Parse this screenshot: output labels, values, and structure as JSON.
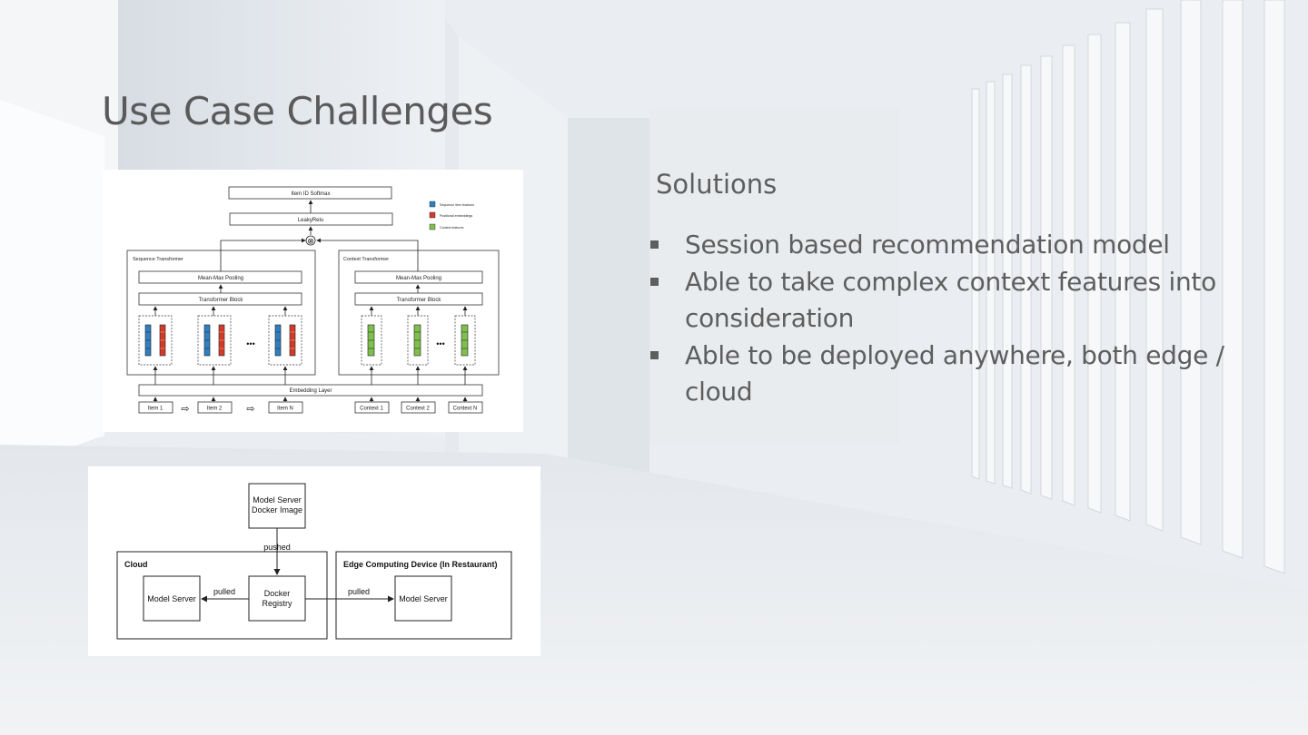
{
  "slide": {
    "title": "Use Case Challenges"
  },
  "solutions": {
    "heading": "Solutions",
    "items": [
      "Session based recommendation model",
      "Able to take complex context features into consideration",
      "Able to be deployed anywhere, both edge / cloud"
    ]
  },
  "architecture_diagram": {
    "top_box_1": "Item ID Softmax",
    "top_box_2": "LeakyRelu",
    "legend": [
      "Sequence item features",
      "Positional embeddings",
      "Context features"
    ],
    "legend_colors": [
      "#2f7fc1",
      "#d23a2e",
      "#7fbf4d"
    ],
    "sequence_group": {
      "title": "Sequence Transformer",
      "pooling": "Mean-Max Pooling",
      "block": "Transformer Block",
      "ellipsis": "•••"
    },
    "context_group": {
      "title": "Context Transformer",
      "pooling": "Mean-Max Pooling",
      "block": "Transformer Block",
      "ellipsis": "•••"
    },
    "embedding": "Embedding Layer",
    "items": [
      "Item 1",
      "Item 2",
      "Item N"
    ],
    "contexts": [
      "Context 1",
      "Context 2",
      "Context N"
    ],
    "arrow_glyph": "⇨",
    "combine_glyph": "⊗"
  },
  "deployment_diagram": {
    "docker_image": [
      "Model Server",
      "Docker Image"
    ],
    "pushed": "pushed",
    "cloud_label": "Cloud",
    "edge_label": "Edge Computing Device (In Restaurant)",
    "model_server_cloud": "Model Server",
    "registry": [
      "Docker",
      "Registry"
    ],
    "pulled_left": "pulled",
    "pulled_right": "pulled",
    "model_server_edge": "Model Server"
  }
}
